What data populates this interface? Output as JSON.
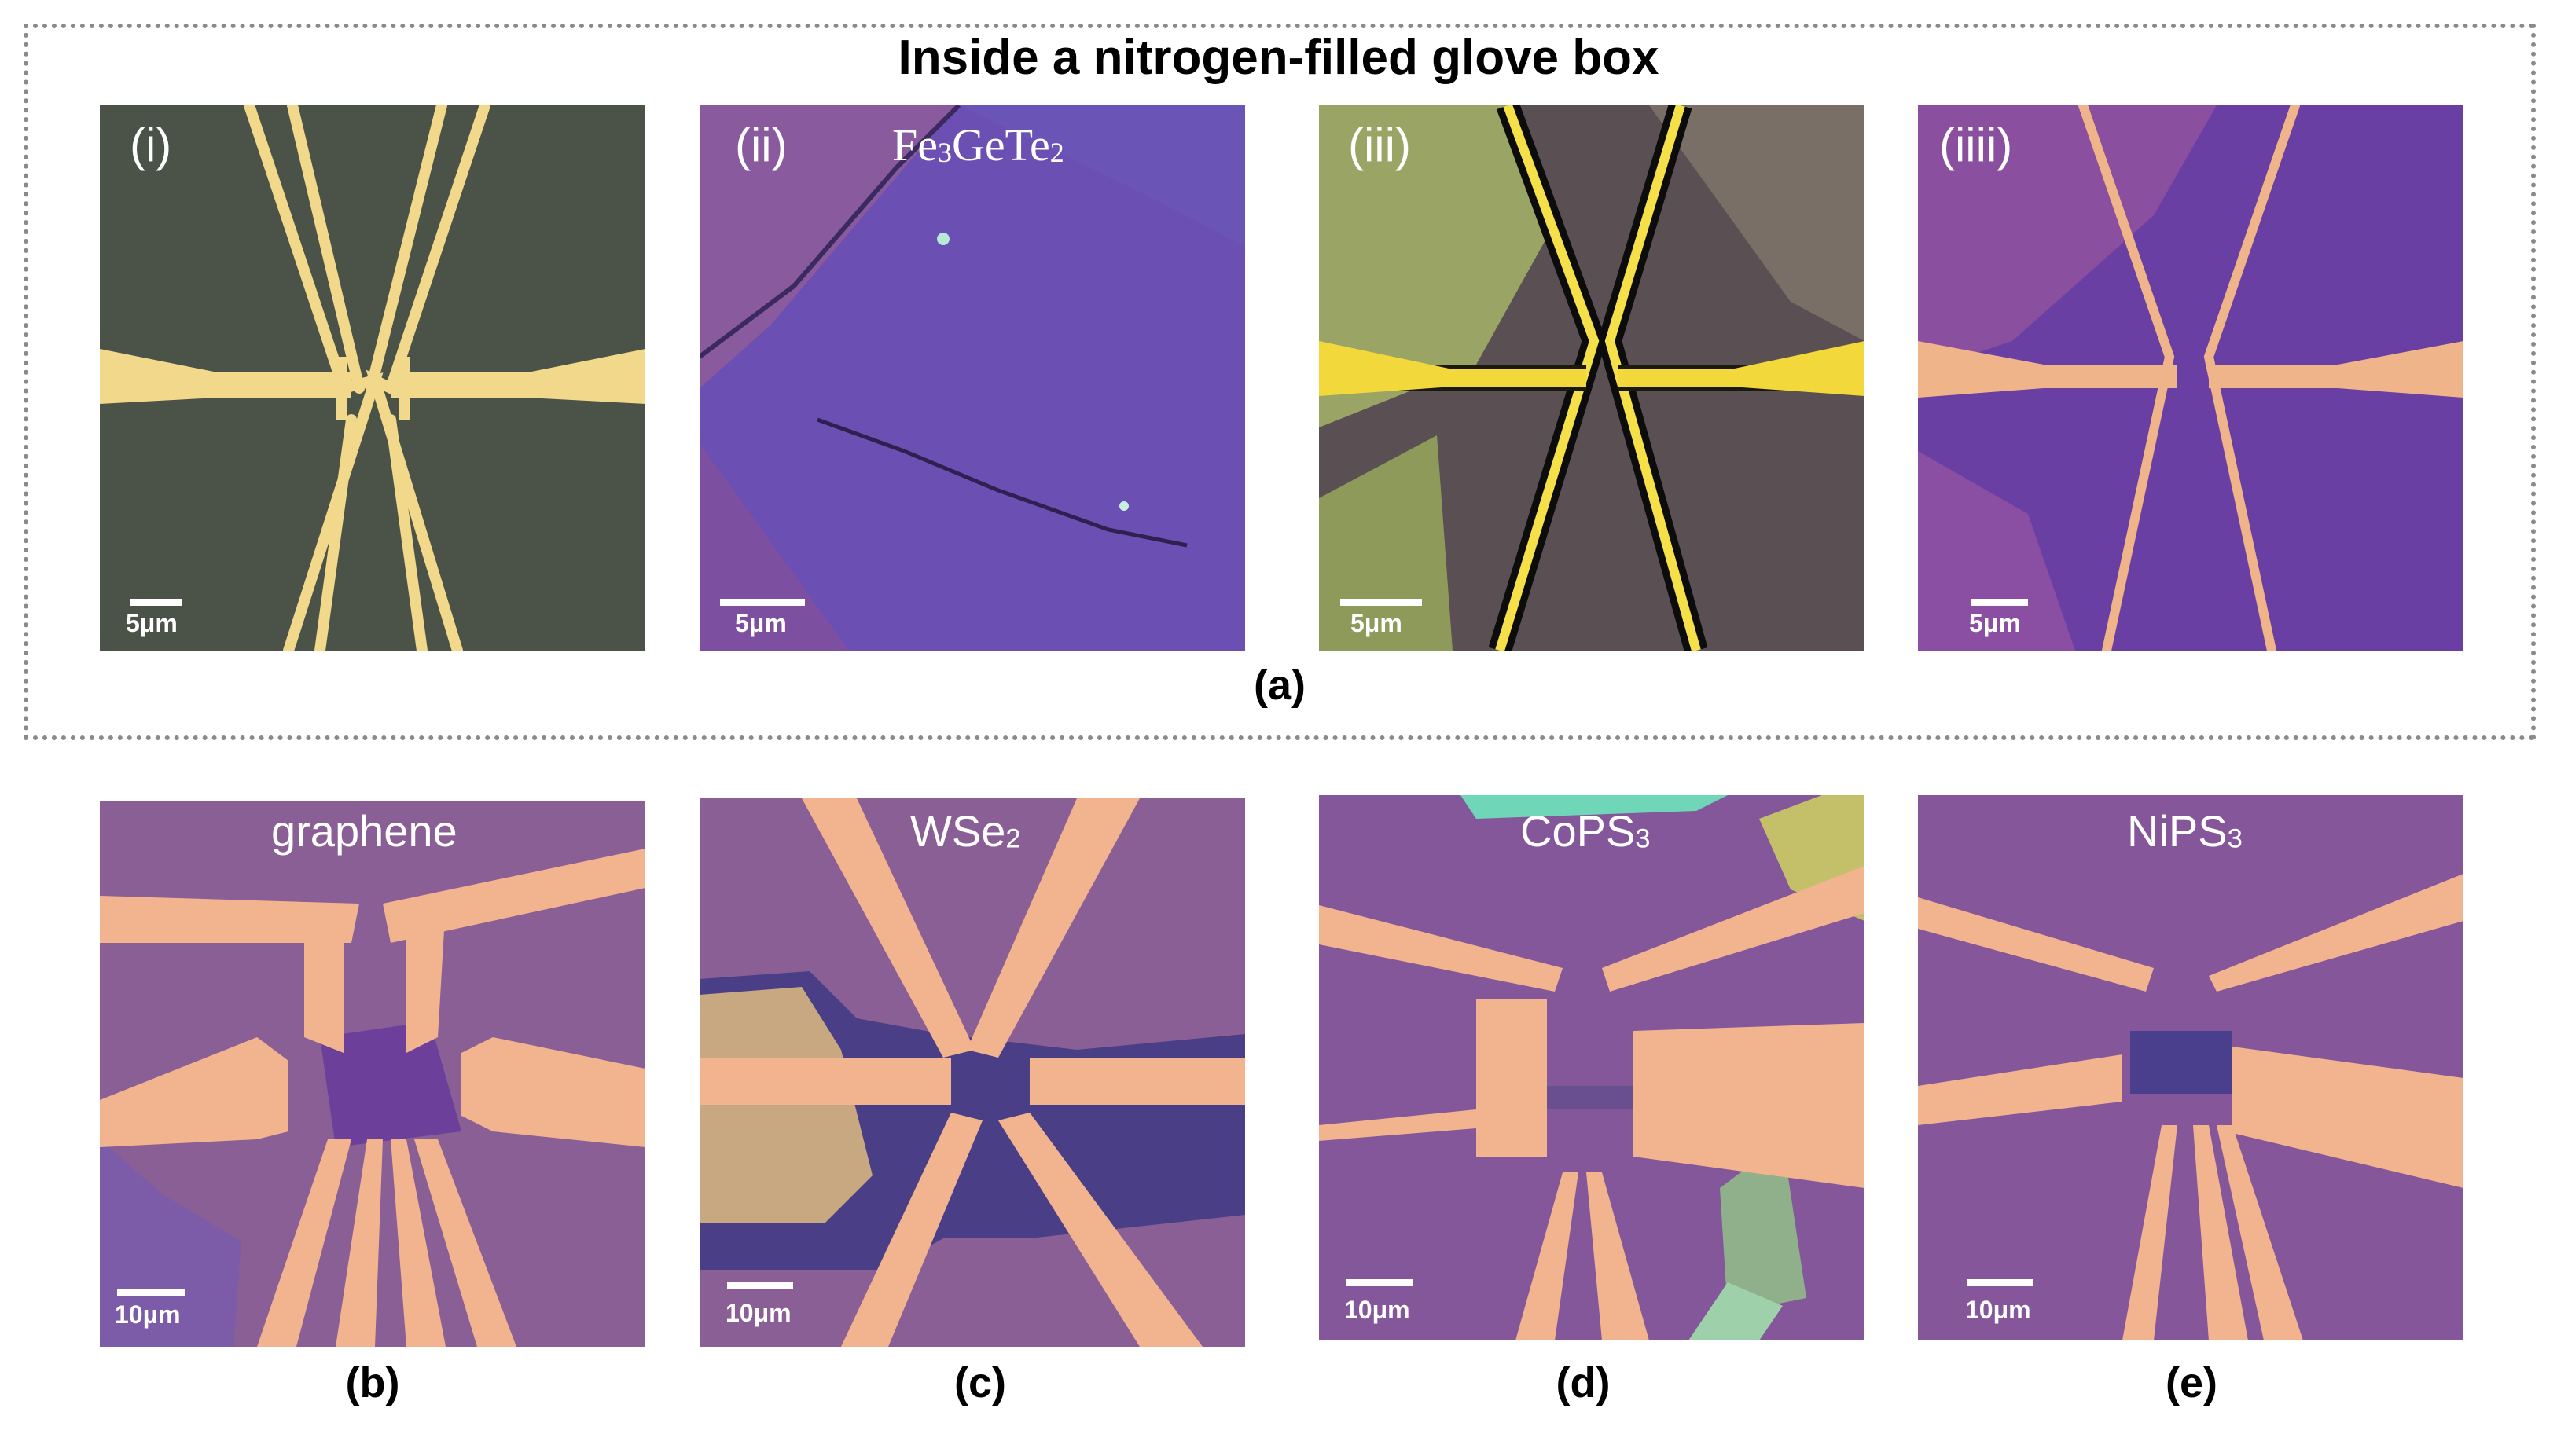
{
  "figure": {
    "group_title": "Inside a nitrogen-filled glove box",
    "group_caption_open": "(",
    "group_caption_letter": "a",
    "group_caption_close": ")",
    "top_panels": [
      {
        "tag": "(i)",
        "scale": "5μm",
        "material": ""
      },
      {
        "tag": "(ii)",
        "scale": "5μm",
        "material_parts": [
          "Fe",
          "3",
          "GeTe",
          "2"
        ]
      },
      {
        "tag": "(iii)",
        "scale": "5μm",
        "material": ""
      },
      {
        "tag": "(iiii)",
        "scale": "5μm",
        "material": ""
      }
    ],
    "bottom_panels": [
      {
        "caption": "(b)",
        "scale": "10μm",
        "material_main": "graphene",
        "material_sub": ""
      },
      {
        "caption": "(c)",
        "scale": "10μm",
        "material_main": "WSe",
        "material_sub": "2"
      },
      {
        "caption": "(d)",
        "scale": "10μm",
        "material_main": "CoPS",
        "material_sub": "3"
      },
      {
        "caption": "(e)",
        "scale": "10μm",
        "material_main": "NiPS",
        "material_sub": "3"
      }
    ]
  },
  "colors": {
    "substrate_gray": "#4b5248",
    "substrate_purple": "#7a4fa0",
    "electrode_gold": "#f1d88a",
    "electrode_orange": "#f2b48f",
    "substrate_violet": "#8a5f96"
  }
}
